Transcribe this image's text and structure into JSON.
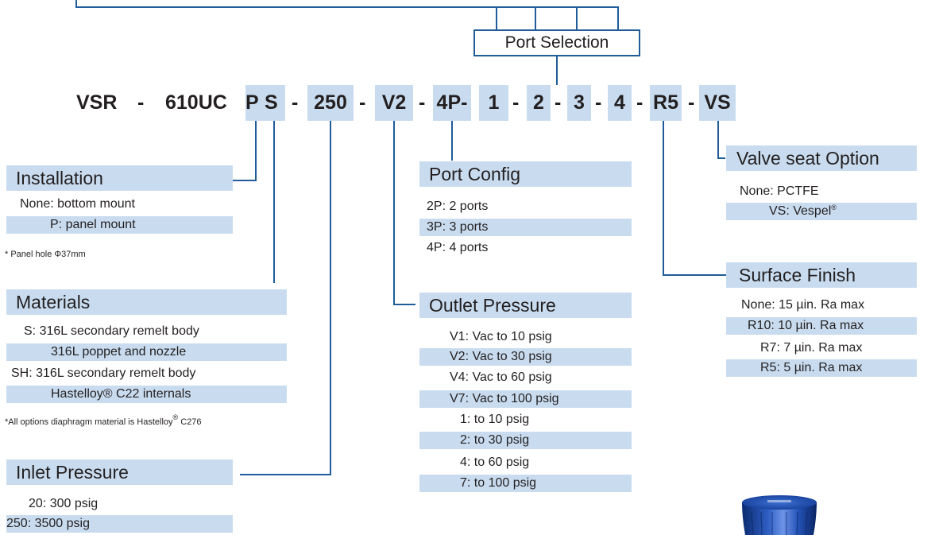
{
  "model_code": {
    "vsr": "VSR",
    "dash1": "-",
    "model_prefix": "610UC",
    "p": "P",
    "s": "S",
    "dash2": "-",
    "inlet": "250",
    "dash3": "-",
    "outlet": "V2",
    "dash4": "-",
    "ports": "4P-",
    "port1": "1",
    "dash5": "-",
    "port2": "2",
    "dash6": "-",
    "port3": "3",
    "dash7": "-",
    "port4": "4",
    "dash8": "-",
    "finish": "R5",
    "dash9": "-",
    "seat": "VS"
  },
  "port_selection": {
    "title": "Port Selection"
  },
  "installation": {
    "title": "Installation",
    "options": [
      "None: bottom mount",
      "P: panel mount"
    ],
    "note": "* Panel hole Φ37mm"
  },
  "materials": {
    "title": "Materials",
    "options": [
      "S: 316L secondary remelt body",
      "316L poppet and nozzle",
      "SH: 316L secondary remelt body",
      "Hastelloy® C22 internals"
    ],
    "note_pre": "*All options diaphragm material is Hastelloy",
    "note_reg": "®",
    "note_post": " C276"
  },
  "inlet_pressure": {
    "title": "Inlet Pressure",
    "options": [
      "20: 300 psig",
      "250: 3500 psig"
    ]
  },
  "port_config": {
    "title": "Port Config",
    "options": [
      "2P: 2 ports",
      "3P: 3 ports",
      "4P: 4 ports"
    ]
  },
  "outlet_pressure": {
    "title": "Outlet Pressure",
    "options": [
      "V1: Vac to 10 psig",
      "V2: Vac to 30 psig",
      "V4: Vac to 60 psig",
      "V7: Vac to 100 psig",
      "1: to 10 psig",
      "2: to 30 psig",
      "4: to 60 psig",
      "7: to 100 psig"
    ]
  },
  "valve_seat": {
    "title": "Valve seat Option",
    "options": [
      "None:  PCTFE",
      "VS:  Vespel"
    ],
    "reg": "®"
  },
  "surface_finish": {
    "title": "Surface Finish",
    "options": [
      "None: 15 µin. Ra max",
      "R10: 10 µin. Ra max",
      "R7: 7 µin. Ra max",
      "R5: 5 µin. Ra max"
    ]
  },
  "colors": {
    "accent_line": "#1f5c99",
    "highlight": "#c9dcef",
    "text": "#231f20"
  },
  "product_image": {
    "icon": "regulator-knob-photo"
  }
}
